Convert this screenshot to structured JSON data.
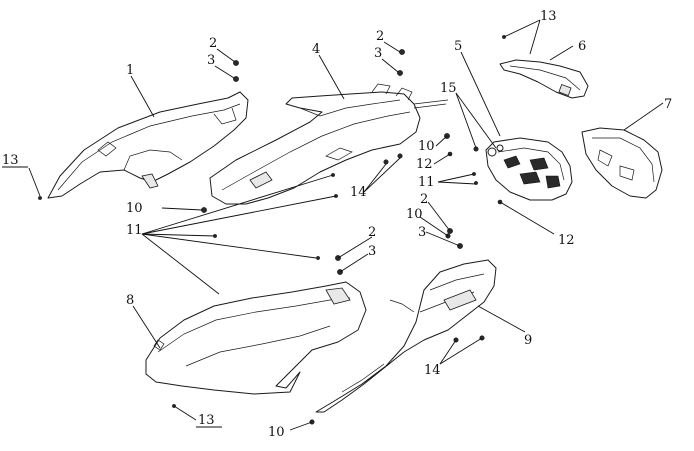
{
  "labels": {
    "l1": "1",
    "l2a": "2",
    "l2b": "2",
    "l2c": "2",
    "l2d": "2",
    "l3a": "3",
    "l3b": "3",
    "l3c": "3",
    "l3d": "3",
    "l4": "4",
    "l5": "5",
    "l6": "6",
    "l7": "7",
    "l8": "8",
    "l9": "9",
    "l10a": "10",
    "l10b": "10",
    "l10c": "10",
    "l10d": "10",
    "l11a": "11",
    "l11b": "11",
    "l12a": "12",
    "l12b": "12",
    "l13a": "13",
    "l13b": "13",
    "l13c": "13",
    "l14a": "14",
    "l14b": "14",
    "l15": "15"
  }
}
